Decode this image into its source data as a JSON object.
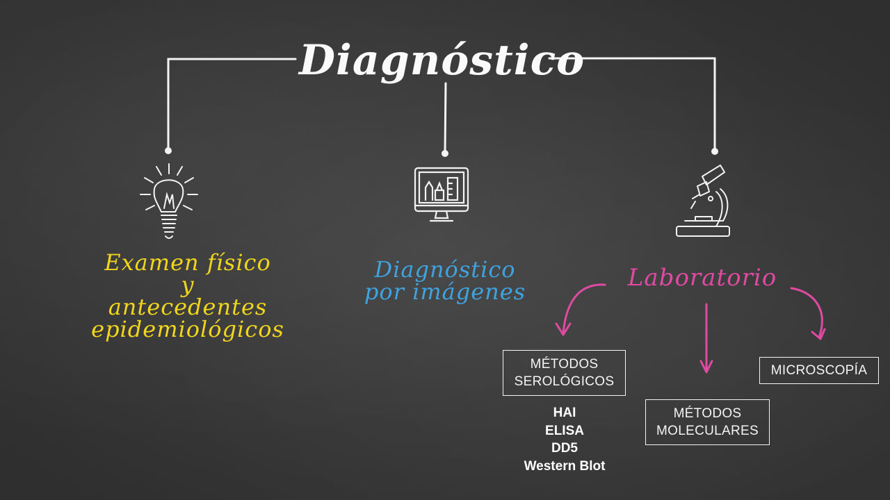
{
  "title": "Diagnóstico",
  "branches": {
    "exam": {
      "lines": [
        "Examen físico",
        "y",
        "antecedentes",
        "epidemiológicos"
      ],
      "icon": "lightbulb-icon"
    },
    "images": {
      "lines": [
        "Diagnóstico",
        "por imágenes"
      ],
      "icon": "monitor-icon"
    },
    "lab": {
      "label": "Laboratorio",
      "icon": "microscope-icon"
    }
  },
  "lab_methods": {
    "serologicos": {
      "line1": "MÉTODOS",
      "line2": "SEROLÓGICOS",
      "tests": [
        "HAI",
        "ELISA",
        "DD5",
        "Western Blot"
      ]
    },
    "moleculares": {
      "line1": "MÉTODOS",
      "line2": "MOLECULARES"
    },
    "microscopia": {
      "label": "MICROSCOPÍA"
    }
  },
  "colors": {
    "background": "#3a3a3a",
    "chalk": "#f4f4f4",
    "exam": "#f2d61c",
    "images": "#3fa3e0",
    "lab": "#e04aa3"
  }
}
